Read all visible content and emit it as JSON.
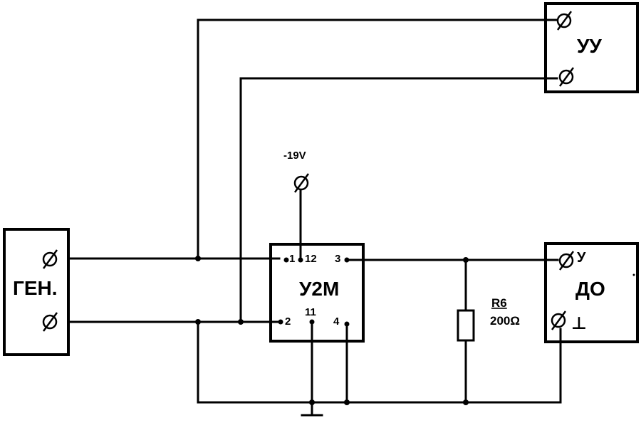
{
  "blocks": {
    "uu": {
      "label": "УУ"
    },
    "gen": {
      "label": "ГЕН."
    },
    "u2m": {
      "label": "У2М",
      "pins": {
        "p1": "1",
        "p12": "12",
        "p3": "3",
        "p2": "2",
        "p11": "11",
        "p4": "4"
      }
    },
    "do": {
      "label": "ДО",
      "terminal_top": "У",
      "terminal_bottom": "⊥"
    }
  },
  "supply": {
    "label": "-19V"
  },
  "resistor": {
    "name": "R6",
    "value": "200Ω"
  }
}
